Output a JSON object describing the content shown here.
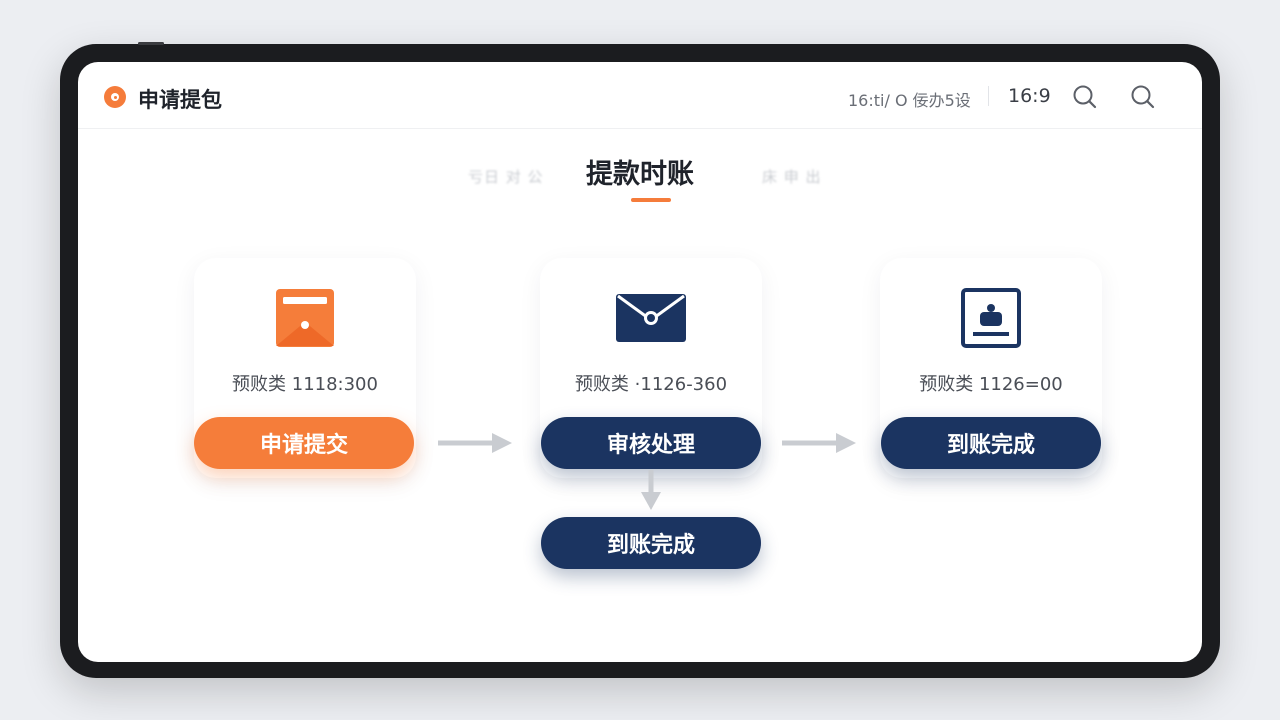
{
  "app": {
    "title": "申请提包",
    "status_text": "16:ti/ O 佞办5设",
    "ratio": "16:9",
    "icons": [
      "search-icon",
      "search-icon"
    ]
  },
  "page": {
    "heading": "提款时账",
    "ghost_left": "亏日 对 公",
    "ghost_right": "床 申 出"
  },
  "steps": [
    {
      "icon": "form-card-icon",
      "value": "预败类 1118:300",
      "button": "申请提交",
      "color": "#f57d3a"
    },
    {
      "icon": "envelope-icon",
      "value": "预败类 ·1126-360",
      "button": "审核处理",
      "color": "#1b3461"
    },
    {
      "icon": "account-box-icon",
      "value": "预败类 1126=00",
      "button": "到账完成",
      "color": "#1b3461"
    }
  ],
  "branch": {
    "button": "到账完成"
  },
  "colors": {
    "accent": "#f57d3a",
    "navy": "#1b3461",
    "arrow": "#c9ccd1"
  }
}
